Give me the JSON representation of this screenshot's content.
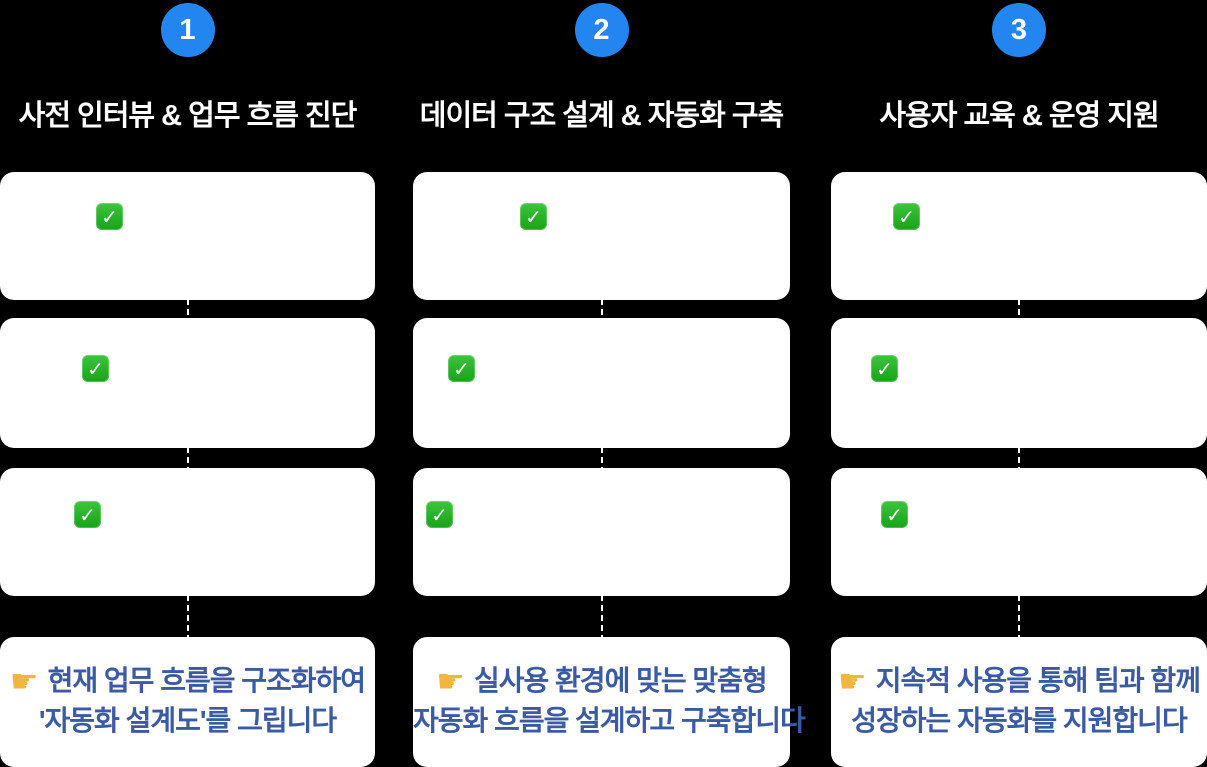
{
  "steps": [
    {
      "number": "1",
      "title": "사전 인터뷰 & 업무 흐름 진단",
      "checklist": [
        "check",
        "check",
        "check"
      ],
      "summary": {
        "line1": "현재 업무 흐름을 구조화하여",
        "line2": "'자동화 설계도'를 그립니다"
      }
    },
    {
      "number": "2",
      "title": "데이터 구조 설계 & 자동화 구축",
      "checklist": [
        "check",
        "check",
        "check"
      ],
      "summary": {
        "line1": "실사용 환경에 맞는 맞춤형",
        "line2": "자동화 흐름을 설계하고 구축합니다"
      }
    },
    {
      "number": "3",
      "title": "사용자 교육 & 운영 지원",
      "checklist": [
        "check",
        "check",
        "check"
      ],
      "summary": {
        "line1": "지속적 사용을 통해 팀과 함께",
        "line2": "성장하는 자동화를 지원합니다"
      }
    }
  ],
  "icons": {
    "check": "✓",
    "pointer": "☛"
  },
  "colors": {
    "accent_blue": "#2386f0",
    "summary_blue": "#3a5ba3",
    "check_green_top": "#3ec43e",
    "check_green_bottom": "#17a317",
    "pointer_yellow": "#f2b63c",
    "bg": "#000000",
    "card_white": "#ffffff"
  }
}
